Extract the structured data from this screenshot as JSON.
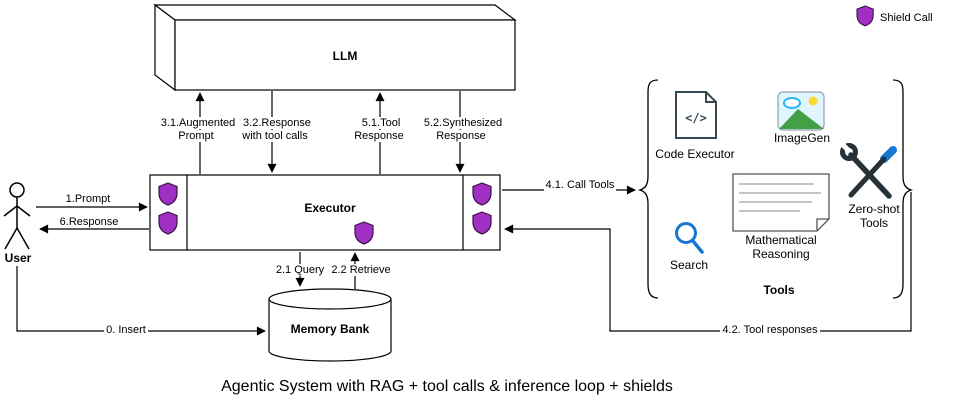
{
  "title": "Agentic System with RAG + tool calls & inference loop + shields",
  "legend": {
    "shield_label": "Shield Call"
  },
  "colors": {
    "shield": "#a02fc4",
    "shield_stroke": "#3c1146",
    "search_blue": "#1976d2",
    "mountain_green": "#43a047",
    "sun_yellow": "#fdd835",
    "cloud_blue": "#29b6f6"
  },
  "nodes": {
    "llm": {
      "label": "LLM"
    },
    "executor": {
      "label": "Executor"
    },
    "memory_bank": {
      "label": "Memory Bank"
    },
    "user": {
      "label": "User"
    }
  },
  "tools": {
    "group_label": "Tools",
    "code_executor": {
      "label": "Code Executor",
      "glyph": "</>"
    },
    "imagegen": {
      "label": "ImageGen"
    },
    "search": {
      "label": "Search"
    },
    "math_reasoning": {
      "label": "Mathematical\nReasoning"
    },
    "zero_shot": {
      "label": "Zero-shot\nTools"
    }
  },
  "edges": {
    "insert": "0. Insert",
    "prompt": "1.Prompt",
    "query": "2.1 Query",
    "retrieve": "2.2 Retrieve",
    "augmented_prompt": "3.1.Augmented\nPrompt",
    "response_tool_calls": "3.2.Response\nwith tool calls",
    "call_tools": "4.1. Call Tools",
    "tool_responses": "4.2. Tool responses",
    "tool_response": "5.1.Tool\nResponse",
    "synthesized_response": "5.2.Synthesized\nResponse",
    "response": "6.Response"
  }
}
